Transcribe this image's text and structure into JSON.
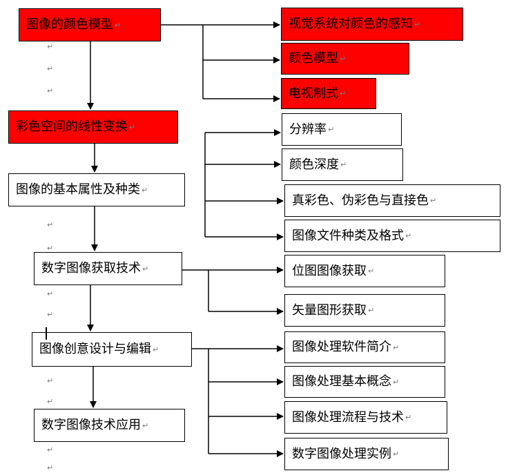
{
  "paragraph_mark": "↵",
  "colors": {
    "highlight": "#ff0000",
    "line": "#000000",
    "border": "#000000",
    "mark": "#7a7a7a"
  },
  "left_column": [
    {
      "id": "color-model",
      "text": "图像的颜色模型",
      "highlight": true
    },
    {
      "id": "linear-transform",
      "text": "彩色空间的线性变换",
      "highlight": true
    },
    {
      "id": "basic-attributes",
      "text": "图像的基本属性及种类",
      "highlight": false
    },
    {
      "id": "acquisition",
      "text": "数字图像获取技术",
      "highlight": false
    },
    {
      "id": "creative-design",
      "text": "图像创意设计与编辑",
      "highlight": false
    },
    {
      "id": "application",
      "text": "数字图像技术应用",
      "highlight": false
    }
  ],
  "right_column": {
    "color_model_children": [
      "视觉系统对颜色的感知",
      "颜色模型",
      "电视制式"
    ],
    "basic_attribute_children": [
      "分辨率",
      "颜色深度",
      "真彩色、伪彩色与直接色",
      "图像文件种类及格式"
    ],
    "acquisition_children": [
      "位图图像获取",
      "矢量图形获取"
    ],
    "editing_children": [
      "图像处理软件简介",
      "图像处理基本概念",
      "图像处理流程与技术",
      "数字图像处理实例"
    ]
  }
}
